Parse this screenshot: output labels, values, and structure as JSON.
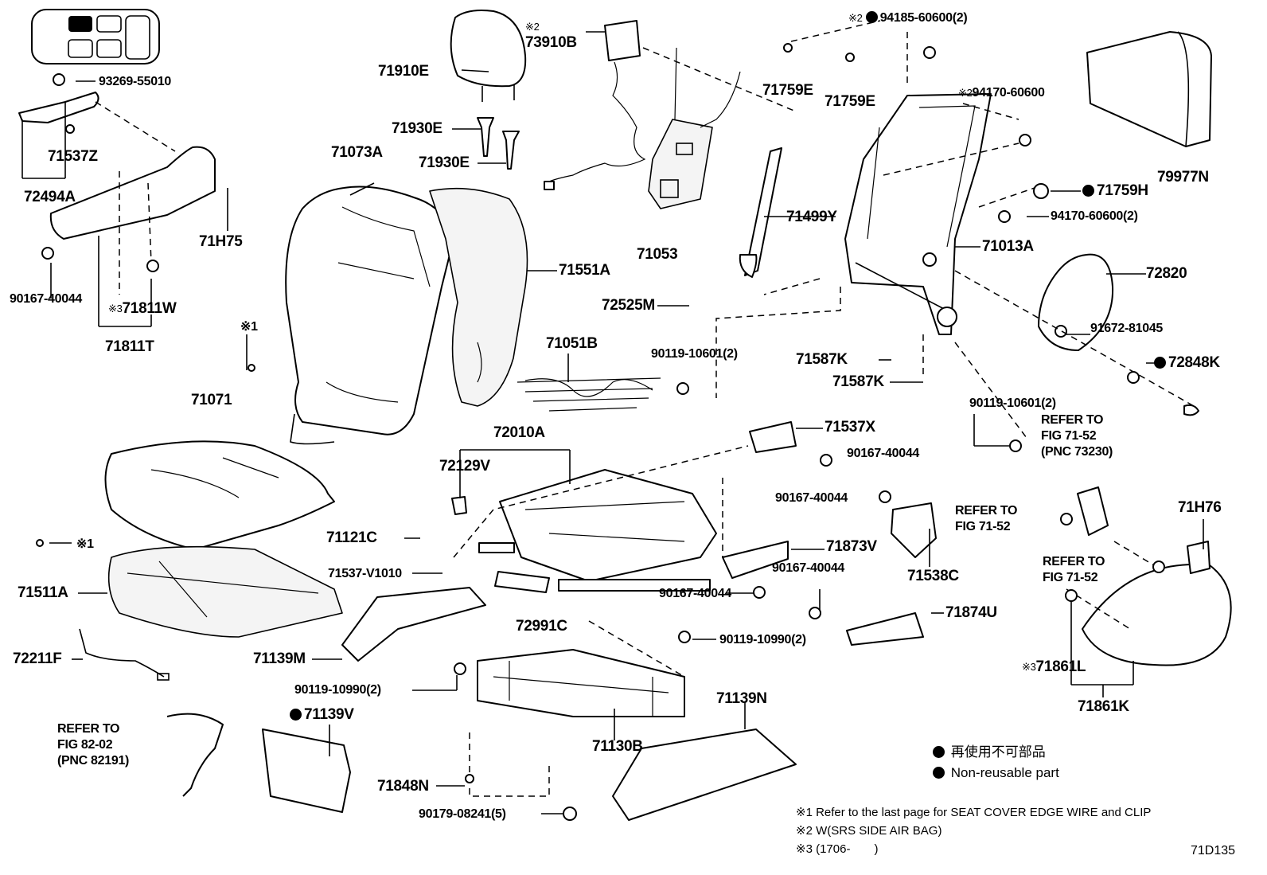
{
  "callouts": {
    "c93269": "93269-55010",
    "c71910E": "71910E",
    "c73910B": "73910B",
    "c73910B_mark": "※2",
    "c94185": "94185-60600(2)",
    "c94185_mark": "※2",
    "c71537Z": "71537Z",
    "c71930E_a": "71930E",
    "c71930E_b": "71930E",
    "c71759E_a": "71759E",
    "c71759E_b": "71759E",
    "c94170a": "94170-60600",
    "c94170a_mark": "※2",
    "c79977N": "79977N",
    "c72494A": "72494A",
    "c71073A": "71073A",
    "c71759H": "71759H",
    "c94170b": "94170-60600(2)",
    "c71H75": "71H75",
    "c71499Y": "71499Y",
    "c71013A": "71013A",
    "c71053": "71053",
    "c71551A": "71551A",
    "c72820": "72820",
    "c90167a": "90167-40044",
    "c71811W": "71811W",
    "c71811W_mark": "※3",
    "c72525M": "72525M",
    "c91672": "91672-81045",
    "c71811T": "71811T",
    "c71051B": "71051B",
    "c90119a": "90119-10601(2)",
    "c71587K_a": "71587K",
    "c71587K_b": "71587K",
    "c72848K": "72848K",
    "mark1_a": "※1",
    "c71071": "71071",
    "c90119b": "90119-10601(2)",
    "c71537X": "71537X",
    "c72010A": "72010A",
    "c90167b": "90167-40044",
    "c72129V": "72129V",
    "c90167c": "90167-40044",
    "c71121C": "71121C",
    "c71873V": "71873V",
    "c71538C": "71538C",
    "c71H76": "71H76",
    "mark1_b": "※1",
    "c71537V": "71537-V1010",
    "c90167d": "90167-40044",
    "c71511A": "71511A",
    "c90167e": "90167-40044",
    "c72991C": "72991C",
    "c71874U": "71874U",
    "c90119c": "90119-10990(2)",
    "c71861L": "71861L",
    "c71861L_mark": "※3",
    "c72211F": "72211F",
    "c71139M": "71139M",
    "c71861K": "71861K",
    "c90119d": "90119-10990(2)",
    "c71139N": "71139N",
    "c71139V": "71139V",
    "c71130B": "71130B",
    "c71848N": "71848N",
    "c90179": "90179-08241(5)"
  },
  "references": {
    "r73230": [
      "REFER TO",
      "FIG 71-52",
      "(PNC 73230)"
    ],
    "r7152a": [
      "REFER TO",
      "FIG 71-52"
    ],
    "r7152b": [
      "REFER TO",
      "FIG 71-52"
    ],
    "r82191": [
      "REFER TO",
      "FIG 82-02",
      "(PNC 82191)"
    ]
  },
  "legend": {
    "jp": "再使用不可部品",
    "en": "Non-reusable part"
  },
  "notes": [
    "※1 Refer to the last page for SEAT COVER EDGE WIRE and CLIP",
    "※2 W(SRS SIDE AIR BAG)",
    "※3 (1706-　　)"
  ],
  "diagram_id": "71D135"
}
